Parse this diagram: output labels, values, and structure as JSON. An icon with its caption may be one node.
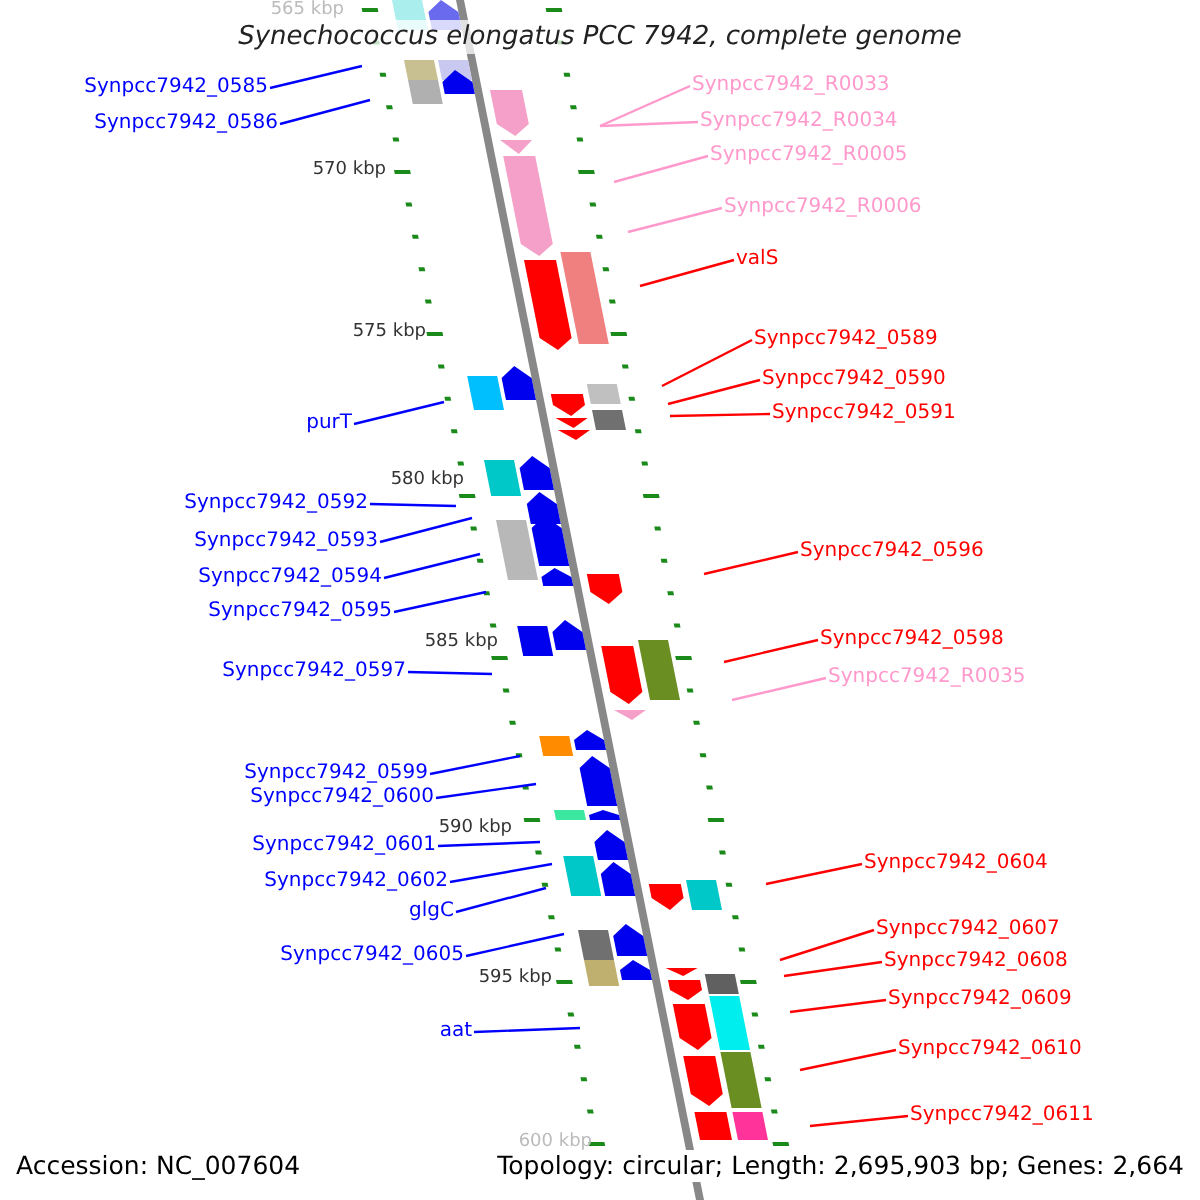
{
  "diagram": {
    "title": "Synechococcus elongatus PCC 7942, complete genome",
    "nodes": [
      {
        "text": [
          "Synpcc7942_0585"
        ]
      },
      {
        "text": [
          "Synpcc7942_R0033"
        ]
      },
      {
        "text": [
          "Synpcc7942_R0034"
        ]
      },
      {
        "text": [
          "Synpcc7942_0586"
        ]
      },
      {
        "text": [
          "Synpcc7942_R0005"
        ]
      },
      {
        "text": [
          "Synpcc7942_R0006"
        ]
      },
      {
        "text": [
          "valS"
        ]
      },
      {
        "text": [
          "Synpcc7942_0589"
        ]
      },
      {
        "text": [
          "Synpcc7942_0590"
        ]
      },
      {
        "text": [
          "Synpcc7942_0591"
        ]
      },
      {
        "text": [
          "purT"
        ]
      },
      {
        "text": [
          "Synpcc7942_0592"
        ]
      },
      {
        "text": [
          "Synpcc7942_0593"
        ]
      },
      {
        "text": [
          "Synpcc7942_0596"
        ]
      },
      {
        "text": [
          "Synpcc7942_0594"
        ]
      },
      {
        "text": [
          "Synpcc7942_0595"
        ]
      },
      {
        "text": [
          "Synpcc7942_0598"
        ]
      },
      {
        "text": [
          "Synpcc7942_0597"
        ]
      },
      {
        "text": [
          "Synpcc7942_R0035"
        ]
      },
      {
        "text": [
          "Synpcc7942_0599"
        ]
      },
      {
        "text": [
          "Synpcc7942_0600"
        ]
      },
      {
        "text": [
          "Synpcc7942_0601"
        ]
      },
      {
        "text": [
          "Synpcc7942_0604"
        ]
      },
      {
        "text": [
          "Synpcc7942_0602"
        ]
      },
      {
        "text": [
          "glgC"
        ]
      },
      {
        "text": [
          "Synpcc7942_0607"
        ]
      },
      {
        "text": [
          "Synpcc7942_0605"
        ]
      },
      {
        "text": [
          "Synpcc7942_0608"
        ]
      },
      {
        "text": [
          "aat"
        ]
      },
      {
        "text": [
          "Synpcc7942_0609"
        ]
      },
      {
        "text": [
          "Synpcc7942_0610"
        ]
      },
      {
        "text": [
          "Synpcc7942_0611"
        ]
      }
    ],
    "edges": [
      {
        "from": 0,
        "to": null,
        "arrow": "none"
      },
      {
        "from": 1,
        "to": null,
        "arrow": "none",
        "color": "#ff99cc"
      },
      {
        "from": 2,
        "to": null,
        "arrow": "none",
        "color": "#ff99cc"
      },
      {
        "from": 3,
        "to": null,
        "arrow": "none"
      },
      {
        "from": 4,
        "to": null,
        "arrow": "none",
        "color": "#ff99cc"
      },
      {
        "from": 5,
        "to": null,
        "arrow": "none",
        "color": "#ff99cc"
      },
      {
        "from": 6,
        "to": null,
        "arrow": "none",
        "color": "#ff0000"
      },
      {
        "from": 7,
        "to": null,
        "arrow": "none",
        "color": "#ff0000"
      },
      {
        "from": 8,
        "to": null,
        "arrow": "none",
        "color": "#ff0000"
      },
      {
        "from": 9,
        "to": null,
        "arrow": "none",
        "color": "#ff0000"
      },
      {
        "from": 10,
        "to": null,
        "arrow": "none"
      },
      {
        "from": 11,
        "to": null,
        "arrow": "none"
      },
      {
        "from": 12,
        "to": null,
        "arrow": "none"
      },
      {
        "from": 13,
        "to": null,
        "arrow": "none",
        "color": "#ff0000"
      },
      {
        "from": 14,
        "to": null,
        "arrow": "none"
      },
      {
        "from": 15,
        "to": null,
        "arrow": "none"
      },
      {
        "from": 16,
        "to": null,
        "arrow": "none",
        "color": "#ff0000"
      },
      {
        "from": 17,
        "to": null,
        "arrow": "none"
      },
      {
        "from": 18,
        "to": null,
        "arrow": "none",
        "color": "#ff99cc"
      },
      {
        "from": 19,
        "to": null,
        "arrow": "none"
      },
      {
        "from": 20,
        "to": null,
        "arrow": "none"
      },
      {
        "from": 21,
        "to": null,
        "arrow": "none"
      },
      {
        "from": 22,
        "to": null,
        "arrow": "none",
        "color": "#ff0000"
      },
      {
        "from": 23,
        "to": null,
        "arrow": "none"
      },
      {
        "from": 24,
        "to": null,
        "arrow": "none"
      },
      {
        "from": 25,
        "to": null,
        "arrow": "none",
        "color": "#ff0000"
      },
      {
        "from": 26,
        "to": null,
        "arrow": "none"
      },
      {
        "from": 27,
        "to": null,
        "arrow": "none",
        "color": "#ff0000"
      },
      {
        "from": 28,
        "to": null,
        "arrow": "none"
      },
      {
        "from": 29,
        "to": null,
        "arrow": "none",
        "color": "#ff0000"
      },
      {
        "from": 30,
        "to": null,
        "arrow": "none",
        "color": "#ff0000"
      },
      {
        "from": 31,
        "to": null,
        "arrow": "none",
        "color": "#ff0000"
      }
    ],
    "labels": [
      "565 kbp",
      "570 kbp",
      "575 kbp",
      "580 kbp",
      "585 kbp",
      "590 kbp",
      "595 kbp",
      "600 kbp",
      "Accession: NC_007604",
      "Topology: circular; Length: 2,695,903 bp; Genes: 2,664"
    ]
  }
}
